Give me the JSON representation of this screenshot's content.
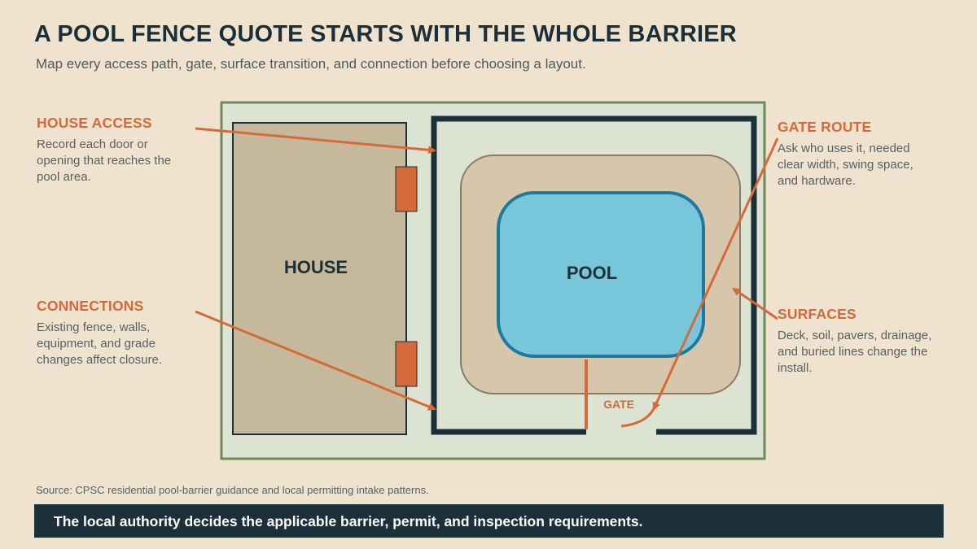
{
  "header": {
    "title": "A POOL FENCE QUOTE STARTS WITH THE WHOLE BARRIER",
    "subtitle": "Map every access path, gate, surface transition, and connection before choosing a layout."
  },
  "diagram": {
    "house_label": "HOUSE",
    "pool_label": "POOL",
    "gate_label": "GATE"
  },
  "callouts": {
    "house_access": {
      "title": "HOUSE ACCESS",
      "lines": [
        "Record each door or",
        "opening that reaches the",
        "pool area."
      ]
    },
    "connections": {
      "title": "CONNECTIONS",
      "lines": [
        "Existing fence, walls,",
        "equipment, and grade",
        "changes affect closure."
      ]
    },
    "gate_route": {
      "title": "GATE ROUTE",
      "lines": [
        "Ask who uses it, needed",
        "clear width, swing space,",
        "and hardware."
      ]
    },
    "surfaces": {
      "title": "SURFACES",
      "lines": [
        "Deck, soil, pavers, drainage,",
        "and buried lines change the",
        "install."
      ]
    }
  },
  "footer": {
    "source": "Source: CPSC residential pool-barrier guidance and local permitting intake patterns.",
    "banner": "The local authority decides the applicable barrier, permit, and inspection requirements."
  },
  "colors": {
    "background": "#EFE3CF",
    "accent": "#D46A3A",
    "dark": "#1C3039",
    "yard": "#DDE3D3",
    "yard_border": "#6E8A5E",
    "house": "#C6B89B",
    "deck": "#D6C7AC",
    "pool_water": "#78C6DA",
    "pool_edge": "#1E7A9A"
  }
}
